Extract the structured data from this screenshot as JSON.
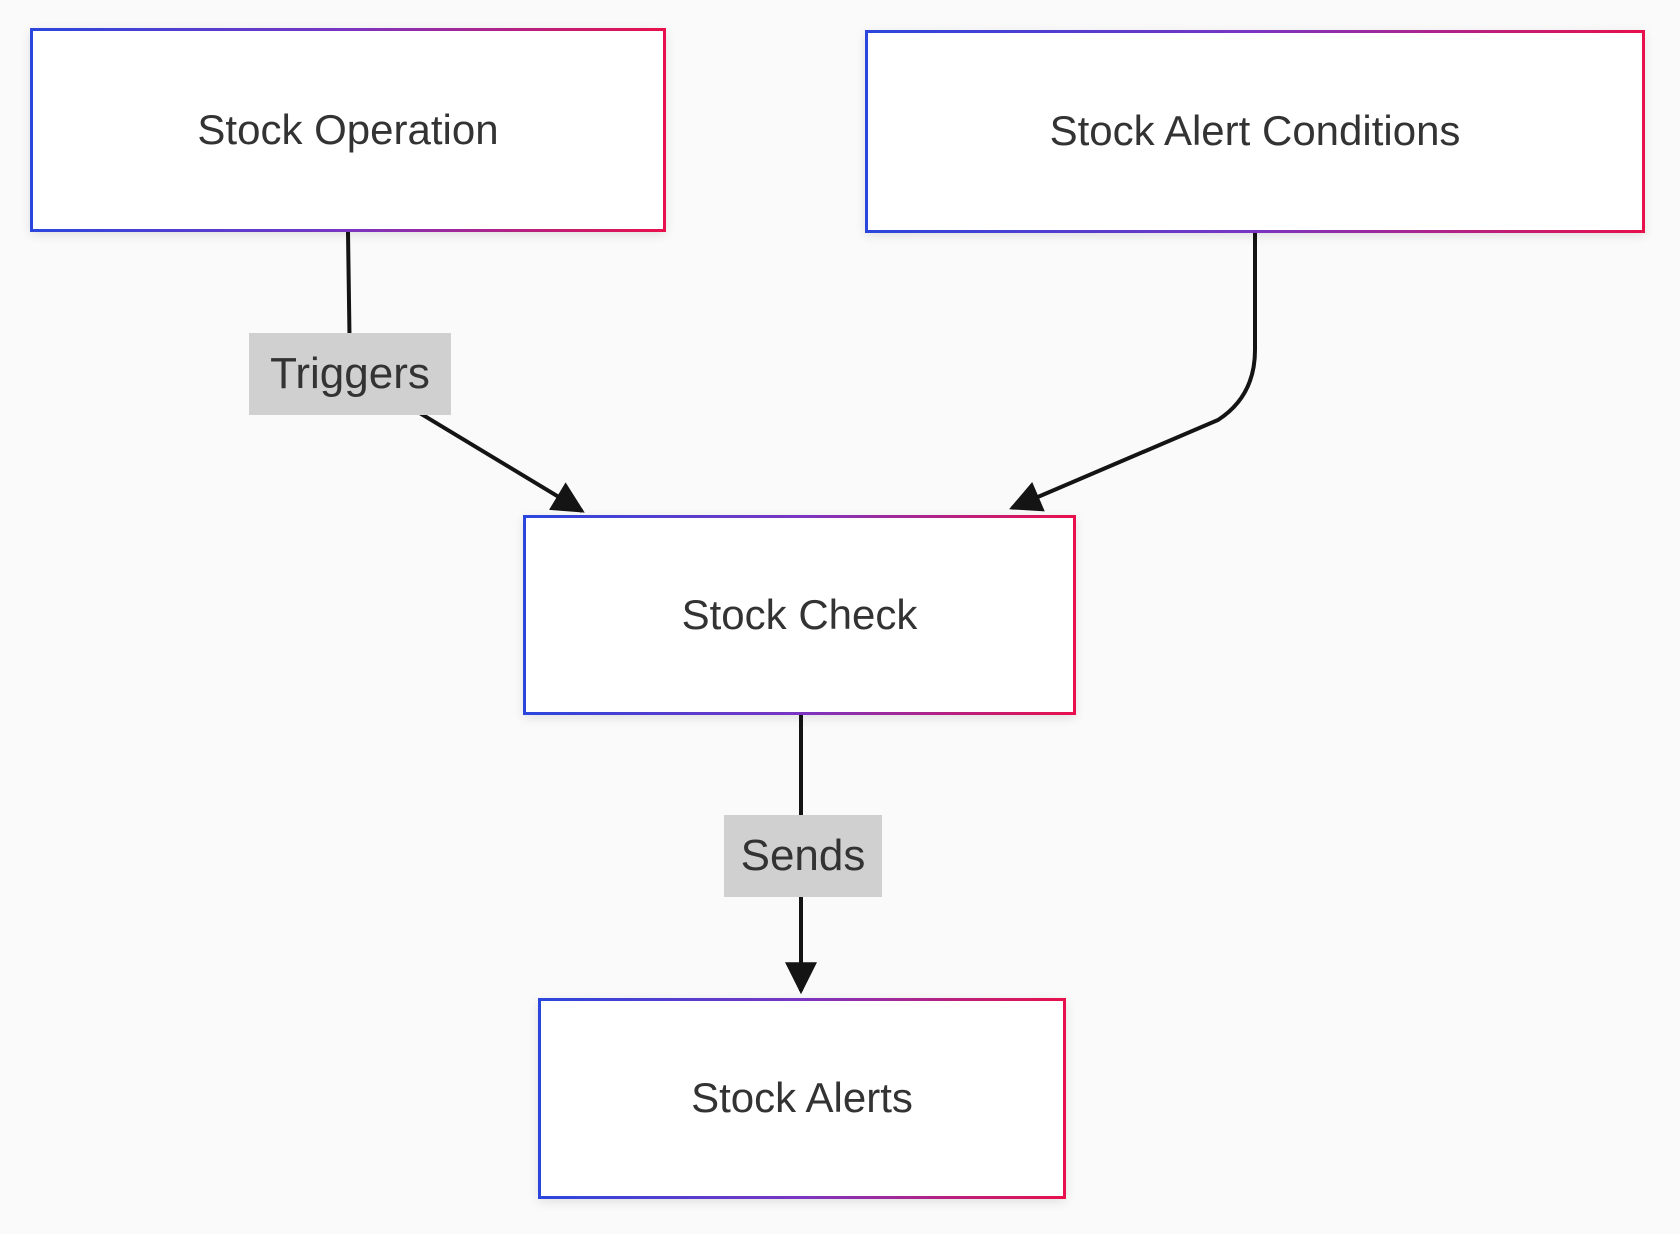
{
  "diagram": {
    "type": "flowchart",
    "direction": "top-down",
    "nodes": [
      {
        "id": "stock-operation",
        "label": "Stock Operation"
      },
      {
        "id": "stock-alert-conditions",
        "label": "Stock Alert Conditions"
      },
      {
        "id": "stock-check",
        "label": "Stock Check"
      },
      {
        "id": "stock-alerts",
        "label": "Stock Alerts"
      }
    ],
    "edges": [
      {
        "from": "stock-operation",
        "to": "stock-check",
        "label": "Triggers"
      },
      {
        "from": "stock-alert-conditions",
        "to": "stock-check",
        "label": ""
      },
      {
        "from": "stock-check",
        "to": "stock-alerts",
        "label": "Sends"
      }
    ],
    "colors": {
      "node_border_gradient_start": "#2b46dd",
      "node_border_gradient_mid": "#7a35c2",
      "node_border_gradient_end": "#e8104c",
      "node_fill": "#ffffff",
      "node_text": "#333333",
      "edge_line": "#141414",
      "edge_label_background": "#d0d0d0",
      "edge_label_text": "#333333",
      "page_background": "#fafafa"
    }
  }
}
